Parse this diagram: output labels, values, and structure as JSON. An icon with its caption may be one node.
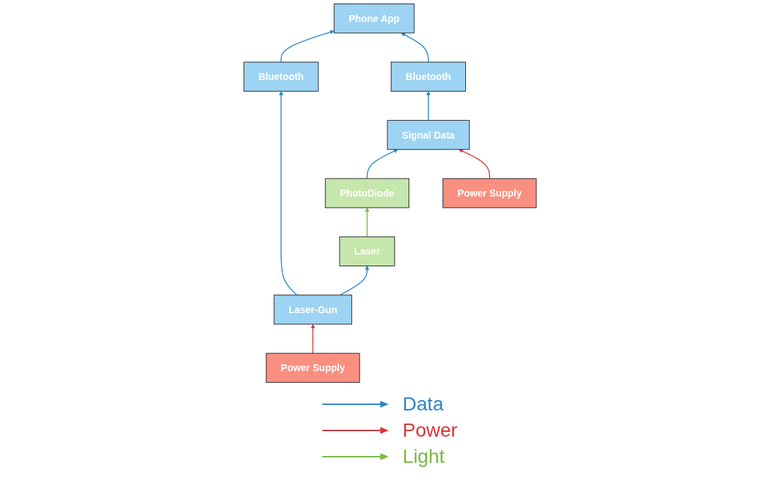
{
  "diagram": {
    "nodes": [
      {
        "text": [
          "Phone App"
        ]
      },
      {
        "text": [
          "Bluetooth"
        ]
      },
      {
        "text": [
          "Bluetooth"
        ]
      },
      {
        "text": [
          "Laser-Gun"
        ]
      },
      {
        "text": [
          "Laser"
        ]
      },
      {
        "text": [
          "PhotoDiode"
        ]
      },
      {
        "text": [
          "Signal Data"
        ]
      },
      {
        "text": [
          "Power Supply"
        ]
      },
      {
        "text": [
          "Power Supply"
        ]
      }
    ],
    "edges": [
      {
        "from": 1,
        "to": 0,
        "arrow": "to"
      },
      {
        "from": 2,
        "to": 0,
        "arrow": "to"
      },
      {
        "from": 3,
        "to": 1,
        "arrow": "to"
      },
      {
        "from": 6,
        "to": 2,
        "arrow": "to"
      },
      {
        "from": 7,
        "to": 3,
        "arrow": "to",
        "color": "#d6353a"
      },
      {
        "from": 3,
        "to": 4,
        "arrow": "to"
      },
      {
        "from": 4,
        "to": 5,
        "arrow": "to",
        "color": "#78b943"
      },
      {
        "from": 5,
        "to": 6,
        "arrow": "to"
      },
      {
        "from": 8,
        "to": 6,
        "arrow": "to",
        "color": "#d6353a"
      }
    ],
    "legend": [
      {
        "text": "Data"
      },
      {
        "text": "Power"
      },
      {
        "text": "Light"
      }
    ]
  }
}
